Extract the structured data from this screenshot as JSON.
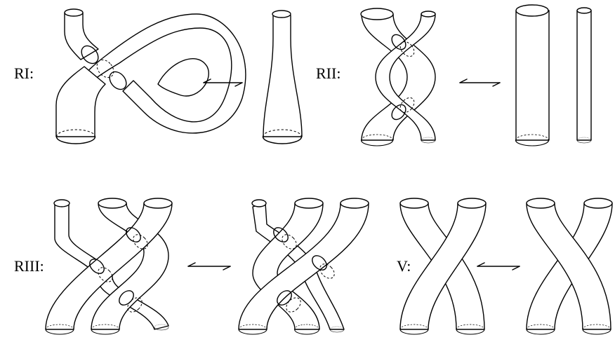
{
  "figure": {
    "labels": {
      "ri": "RI:",
      "rii": "RII:",
      "riii": "RIII:",
      "v": "V:"
    },
    "moves": [
      "RI",
      "RII",
      "RIII",
      "V"
    ],
    "arrow_symbol": "harpoon-equivalence"
  }
}
